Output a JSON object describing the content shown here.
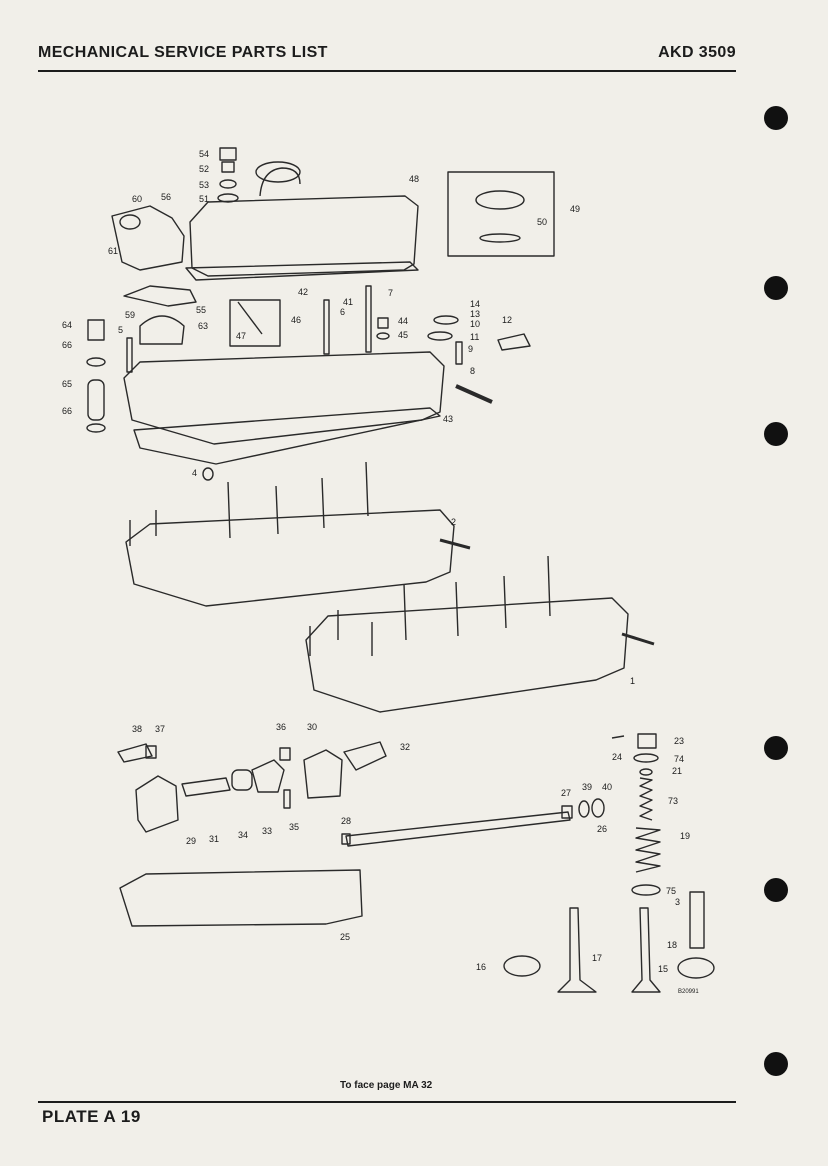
{
  "header": {
    "title": "MECHANICAL SERVICE PARTS LIST",
    "code": "AKD 3509"
  },
  "footer": {
    "plate": "PLATE A 19",
    "facing_note": "To face page MA 32"
  },
  "drawing_ref": "B20991",
  "part_numbers": [
    "54",
    "52",
    "53",
    "51",
    "60",
    "56",
    "61",
    "48",
    "49",
    "50",
    "59",
    "55",
    "42",
    "41",
    "6",
    "7",
    "14",
    "13",
    "10",
    "11",
    "12",
    "9",
    "64",
    "5",
    "63",
    "47",
    "46",
    "44",
    "45",
    "66",
    "65",
    "66",
    "8",
    "43",
    "4",
    "2",
    "1",
    "38",
    "37",
    "36",
    "30",
    "32",
    "24",
    "23",
    "74",
    "21",
    "73",
    "19",
    "39",
    "40",
    "27",
    "26",
    "28",
    "31",
    "34",
    "33",
    "35",
    "29",
    "75",
    "3",
    "25",
    "16",
    "17",
    "18",
    "15"
  ]
}
